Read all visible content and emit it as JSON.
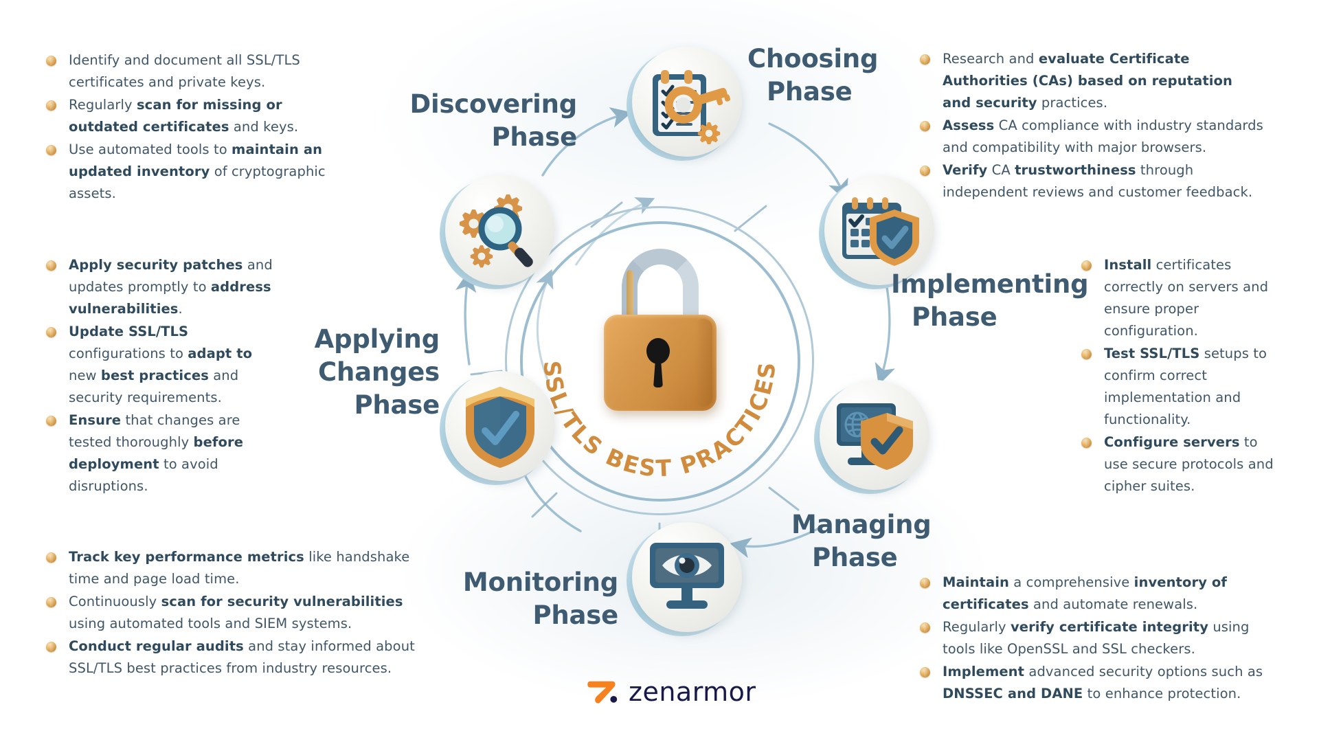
{
  "meta": {
    "center_label": "SSL/TLS BEST PRACTICES",
    "accent_orange": "#d08b3c",
    "title_blue": "#3e5b72",
    "body_blue": "#3f5668",
    "bullet_gold": "#d79a43",
    "ring_blue": "#a9cede",
    "logo_orange": "#f5821f",
    "logo_navy": "#17194a"
  },
  "brand": {
    "name": "zenarmor",
    "mark_icon": "zenarmor-mark-icon"
  },
  "phases": [
    {
      "id": "discovering",
      "title_line1": "Discovering",
      "title_line2": "Phase",
      "icon": "magnifier-gears-icon"
    },
    {
      "id": "choosing",
      "title_line1": "Choosing",
      "title_line2": "Phase",
      "icon": "clipboard-key-gear-icon"
    },
    {
      "id": "implementing",
      "title_line1": "Implementing",
      "title_line2": "Phase",
      "icon": "calendar-shield-check-icon"
    },
    {
      "id": "managing",
      "title_line1": "Managing",
      "title_line2": "Phase",
      "icon": "monitor-globe-shield-icon"
    },
    {
      "id": "monitoring",
      "title_line1": "Monitoring",
      "title_line2": "Phase",
      "icon": "monitor-eye-icon"
    },
    {
      "id": "applying",
      "title_line1": "Applying",
      "title_line2": "Changes",
      "title_line3": "Phase",
      "icon": "shield-check-icon"
    }
  ],
  "blocks": {
    "discovering": {
      "bullets": [
        "Identify and document all SSL/TLS certificates and private keys.",
        "Regularly <b>scan for missing or outdated certificates</b> and keys.",
        "Use automated tools to <b>maintain an updated inventory</b> of cryptographic assets."
      ]
    },
    "choosing": {
      "bullets": [
        "Research and <b>evaluate Certificate Authorities (CAs) based on reputation and security</b> practices.",
        "<b>Assess</b> CA compliance with industry standards and compatibility with major browsers.",
        "<b>Verify</b> CA <b>trustworthiness</b> through independent reviews and customer feedback."
      ]
    },
    "applying": {
      "bullets": [
        "<b>Apply security patches</b> and updates promptly to <b>address vulnerabilities</b>.",
        "<b>Update SSL/TLS</b> configurations to <b>adapt to</b> new <b>best practices</b> and security requirements.",
        "<b>Ensure</b> that changes are tested thoroughly <b>before deployment</b> to avoid disruptions."
      ]
    },
    "implementing": {
      "bullets": [
        "<b>Install</b> certificates correctly on servers and ensure proper configuration.",
        "<b>Test SSL/TLS</b> setups to confirm correct implementation and functionality.",
        "<b>Configure servers</b> to use secure protocols and cipher suites."
      ]
    },
    "monitoring": {
      "bullets": [
        "<b>Track key performance metrics</b> like handshake time and page load time.",
        "Continuously <b>scan for security vulnerabilities</b> using automated tools and SIEM systems.",
        "<b>Conduct regular audits</b> and stay informed about SSL/TLS best practices from industry resources."
      ]
    },
    "managing": {
      "bullets": [
        "<b>Maintain</b> a comprehensive <b>inventory of certificates</b> and automate renewals.",
        "Regularly <b>verify certificate integrity</b> using tools like OpenSSL and SSL checkers.",
        "<b>Implement</b> advanced security options such as <b>DNSSEC and DANE</b> to enhance protection."
      ]
    }
  }
}
